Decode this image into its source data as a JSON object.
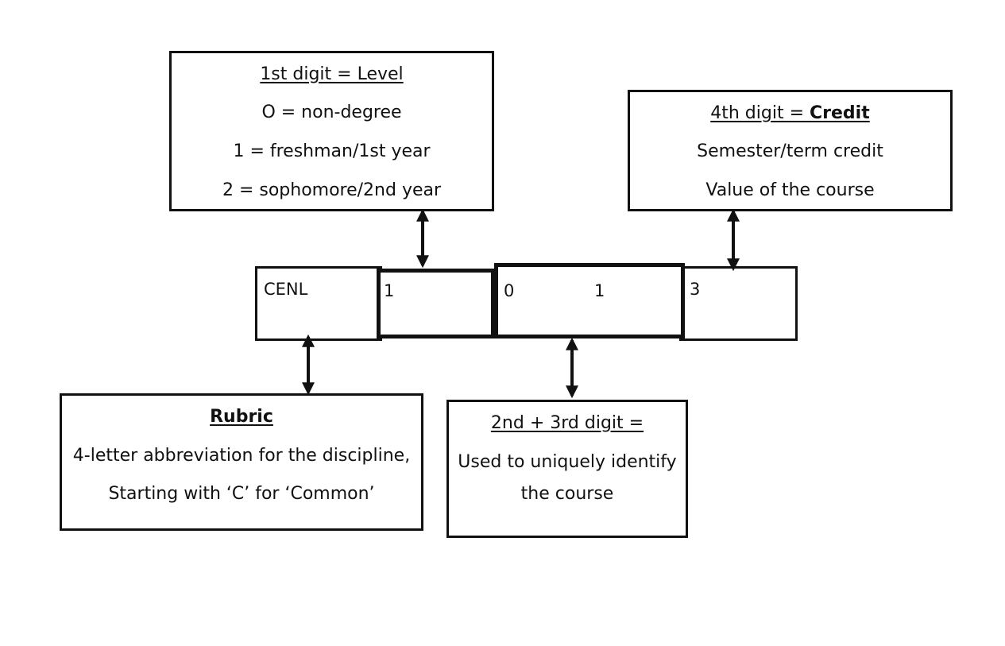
{
  "level_box": {
    "heading": "1st digit = Level",
    "lines": [
      "O = non-degree",
      "1 = freshman/1st year",
      "2 = sophomore/2nd year"
    ]
  },
  "credit_box": {
    "heading_prefix": "4th digit = ",
    "heading_bold": "Credit",
    "lines": [
      "Semester/term credit",
      "Value of the course"
    ]
  },
  "course_code": {
    "rubric": "CENL",
    "level_digit": "1",
    "second_digit": "0",
    "third_digit": "1",
    "credit_digit": "3"
  },
  "rubric_box": {
    "heading": "Rubric",
    "lines": [
      "4-letter abbreviation for the discipline,",
      "Starting with ‘C’ for ‘Common’"
    ]
  },
  "unique_box": {
    "heading": "2nd + 3rd digit =",
    "lines": [
      "Used to uniquely identify",
      "the course"
    ]
  },
  "colors": {
    "line": "#111111",
    "background": "#ffffff"
  }
}
